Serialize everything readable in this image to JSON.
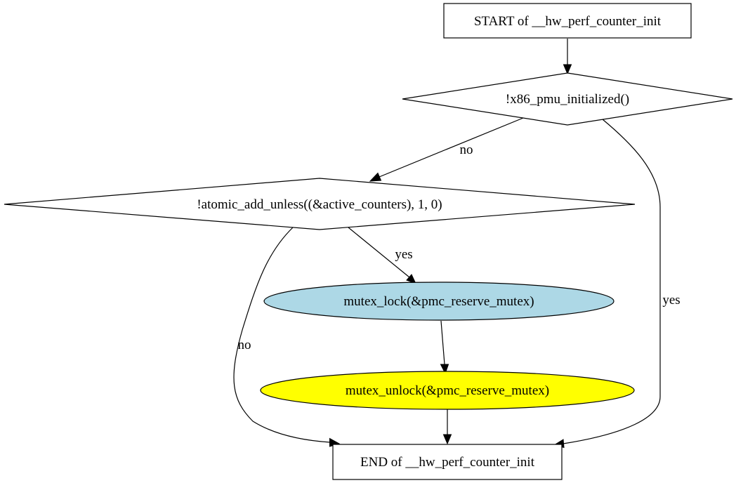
{
  "nodes": {
    "start": {
      "label": "START of __hw_perf_counter_init",
      "shape": "box",
      "fill": "#ffffff"
    },
    "pmu_check": {
      "label": "!x86_pmu_initialized()",
      "shape": "diamond",
      "fill": "#ffffff"
    },
    "atomic_check": {
      "label": "!atomic_add_unless((&active_counters), 1, 0)",
      "shape": "diamond",
      "fill": "#ffffff"
    },
    "mutex_lock": {
      "label": "mutex_lock(&pmc_reserve_mutex)",
      "shape": "ellipse",
      "fill": "#add8e6"
    },
    "mutex_unlock": {
      "label": "mutex_unlock(&pmc_reserve_mutex)",
      "shape": "ellipse",
      "fill": "#ffff00"
    },
    "end": {
      "label": "END of __hw_perf_counter_init",
      "shape": "box",
      "fill": "#ffffff"
    }
  },
  "edges": {
    "start_to_pmu": {
      "from": "start",
      "to": "pmu_check",
      "label": ""
    },
    "pmu_no": {
      "from": "pmu_check",
      "to": "atomic_check",
      "label": "no"
    },
    "pmu_yes": {
      "from": "pmu_check",
      "to": "end",
      "label": "yes"
    },
    "atomic_yes": {
      "from": "atomic_check",
      "to": "mutex_lock",
      "label": "yes"
    },
    "atomic_no": {
      "from": "atomic_check",
      "to": "end",
      "label": "no"
    },
    "lock_to_unlock": {
      "from": "mutex_lock",
      "to": "mutex_unlock",
      "label": ""
    },
    "unlock_to_end": {
      "from": "mutex_unlock",
      "to": "end",
      "label": ""
    }
  }
}
